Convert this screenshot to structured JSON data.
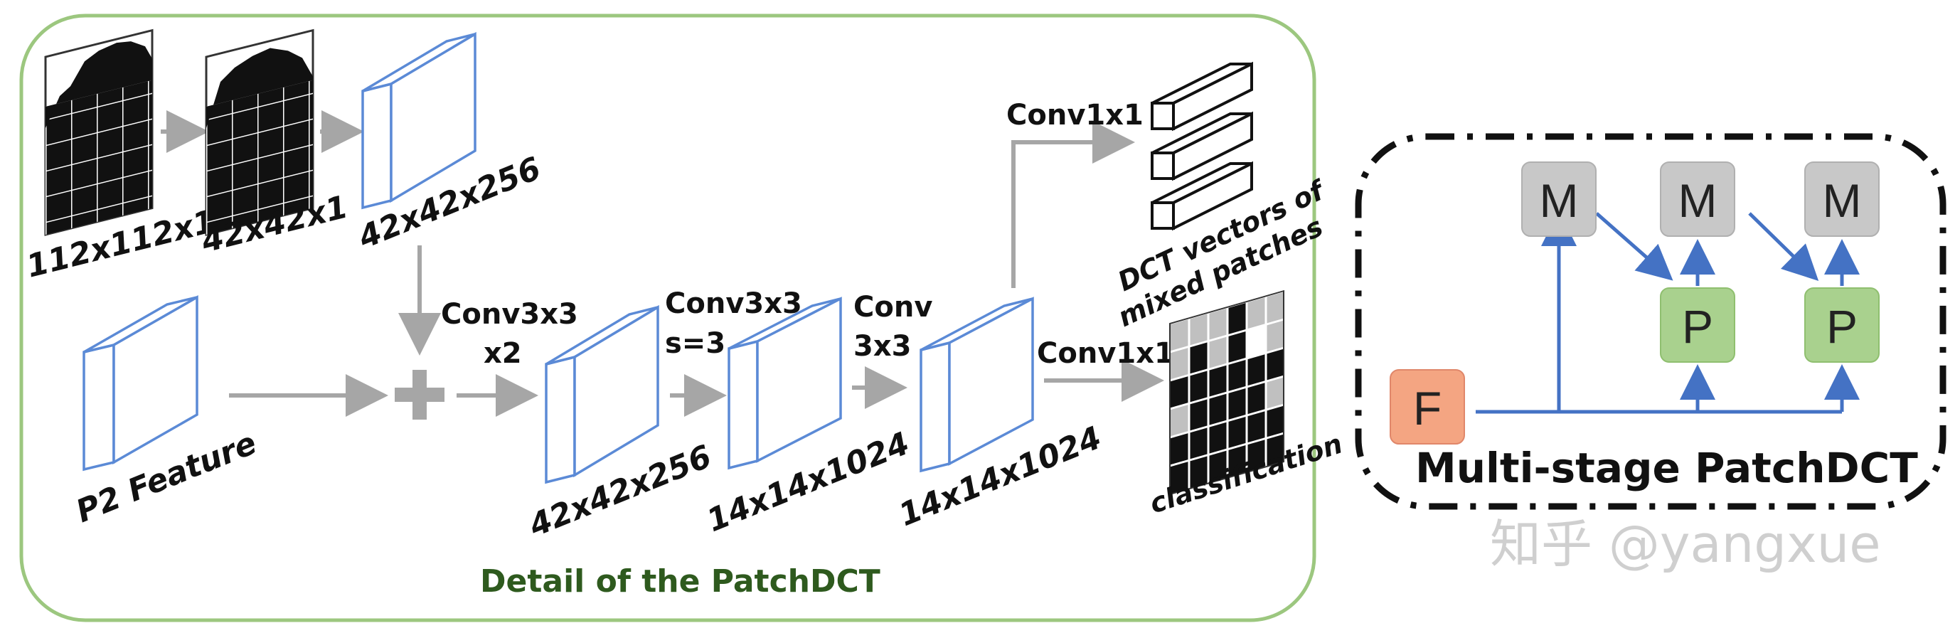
{
  "panel_left": {
    "caption": "Detail of the PatchDCT",
    "border_color": "#9cc77f",
    "caption_color": "#2e5a1e",
    "box_color": "#5b8ad6"
  },
  "labels": {
    "mask112": "112x112x1",
    "mask42": "42x42x1",
    "feat42_256_top": "42x42x256",
    "p2": "P2 Feature",
    "conv3x3_x2_a": "Conv3x3",
    "conv3x3_x2_b": "x2",
    "conv3x3_s3_a": "Conv3x3",
    "conv3x3_s3_b": "s=3",
    "conv3x3_a": "Conv",
    "conv3x3_b": "3x3",
    "feat42_256_mid": "42x42x256",
    "feat14_1024_a": "14x14x1024",
    "feat14_1024_b": "14x14x1024",
    "conv1x1_top": "Conv1x1",
    "conv1x1_mid": "Conv1x1",
    "dct_a": "DCT vectors of",
    "dct_b": "mixed patches",
    "classification": "classification"
  },
  "panel_right": {
    "caption": "Multi-stage PatchDCT",
    "m_label": "M",
    "p_label": "P",
    "f_label": "F",
    "m_color": "#c8c8c8",
    "p_color": "#a9d18e",
    "f_color": "#f4a582",
    "arrow_color": "#4472c4"
  },
  "watermark": "知乎 @yangxue"
}
